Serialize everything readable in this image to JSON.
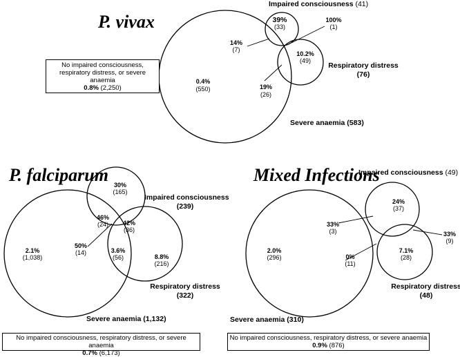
{
  "vivax": {
    "title": "P. vivax",
    "impaired_label": "Impaired consciousness",
    "impaired_n": "(41)",
    "resp_label": "Respiratory distress",
    "resp_n": "(76)",
    "anaemia_label": "Severe anaemia (583)",
    "imp_only_pct": "39%",
    "imp_only_n": "(33)",
    "triple_pct": "100%",
    "triple_n": "(1)",
    "anaemia_imp_pct": "14%",
    "anaemia_imp_n": "(7)",
    "resp_only_pct": "10.2%",
    "resp_only_n": "(49)",
    "anaemia_only_pct": "0.4%",
    "anaemia_only_n": "(550)",
    "anaemia_resp_pct": "19%",
    "anaemia_resp_n": "(26)",
    "none_text": "No impaired consciousness, respiratory distress, or severe anaemia",
    "none_pct": "0.8%",
    "none_n": "(2,250)"
  },
  "falciparum": {
    "title": "P. falciparum",
    "impaired_label": "Impaired consciousness",
    "impaired_n": "(239)",
    "resp_label": "Respiratory distress",
    "resp_n": "(322)",
    "anaemia_label": "Severe anaemia (1,132)",
    "imp_only_pct": "30%",
    "imp_only_n": "(165)",
    "anaemia_imp_pct": "46%",
    "anaemia_imp_n": "(24)",
    "imp_resp_pct": "42%",
    "imp_resp_n": "(36)",
    "triple_pct": "50%",
    "triple_n": "(14)",
    "anaemia_resp_pct": "3.6%",
    "anaemia_resp_n": "(56)",
    "resp_only_pct": "8.8%",
    "resp_only_n": "(216)",
    "anaemia_only_pct": "2.1%",
    "anaemia_only_n": "(1,038)",
    "none_text": "No impaired consciousness, respiratory distress, or severe anaemia",
    "none_pct": "0.7%",
    "none_n": "(6,173)"
  },
  "mixed": {
    "title": "Mixed Infections",
    "impaired_label": "Impaired consciousness",
    "impaired_n": "(49)",
    "resp_label": "Respiratory distress",
    "resp_n": "(48)",
    "anaemia_label": "Severe anaemia (310)",
    "imp_only_pct": "24%",
    "imp_only_n": "(37)",
    "anaemia_imp_pct": "33%",
    "anaemia_imp_n": "(3)",
    "imp_resp_pct": "33%",
    "imp_resp_n": "(9)",
    "anaemia_resp_pct": "0%",
    "anaemia_resp_n": "(11)",
    "resp_only_pct": "7.1%",
    "resp_only_n": "(28)",
    "anaemia_only_pct": "2.0%",
    "anaemia_only_n": "(296)",
    "none_text": "No impaired consciousness, respiratory distress, or severe anaemia",
    "none_pct": "0.9%",
    "none_n": "(876)"
  }
}
